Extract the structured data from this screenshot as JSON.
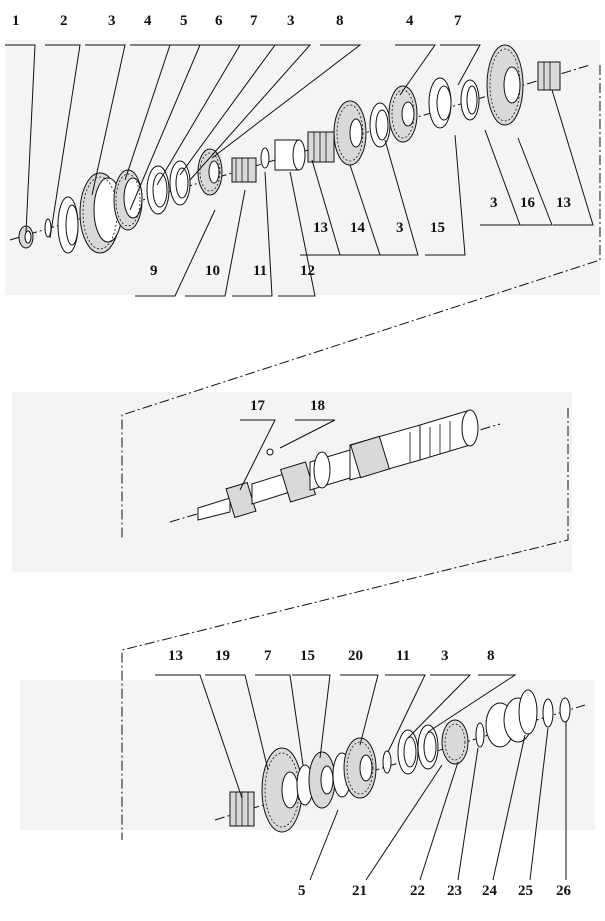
{
  "callouts": {
    "top_row_upper": [
      "1",
      "2",
      "3",
      "4",
      "5",
      "6",
      "7",
      "3",
      "8",
      "4",
      "7"
    ],
    "top_row_lower": [
      "9",
      "10",
      "11",
      "12",
      "13",
      "14",
      "3",
      "15",
      "3",
      "16",
      "13"
    ],
    "middle": [
      "17",
      "18"
    ],
    "bottom_upper": [
      "13",
      "19",
      "7",
      "15",
      "20",
      "11",
      "3",
      "8"
    ],
    "bottom_lower": [
      "5",
      "21",
      "22",
      "23",
      "24",
      "25",
      "26"
    ]
  }
}
